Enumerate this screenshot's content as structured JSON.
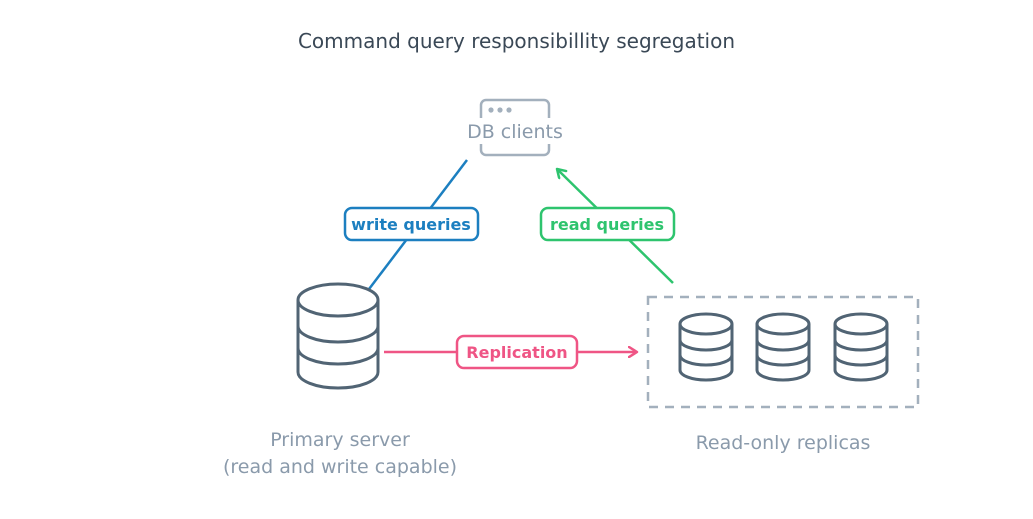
{
  "title": "Command query responsibillity segregation",
  "clients": {
    "label": "DB clients",
    "icon": "browser-window-icon"
  },
  "edges": {
    "write": {
      "label": "write queries",
      "color": "#1c7fc0"
    },
    "read": {
      "label": "read queries",
      "color": "#2ec46e"
    },
    "replication": {
      "label": "Replication",
      "color": "#ef5585"
    }
  },
  "primary": {
    "line1": "Primary server",
    "line2": "(read and write capable)",
    "icon": "database-icon"
  },
  "replicas": {
    "label": "Read-only replicas",
    "count": 3,
    "icon": "database-icon"
  },
  "colors": {
    "title": "#3a4856",
    "muted": "#8a9aab",
    "db_outline": "#516474",
    "clients_outline": "#a3b0bd"
  }
}
